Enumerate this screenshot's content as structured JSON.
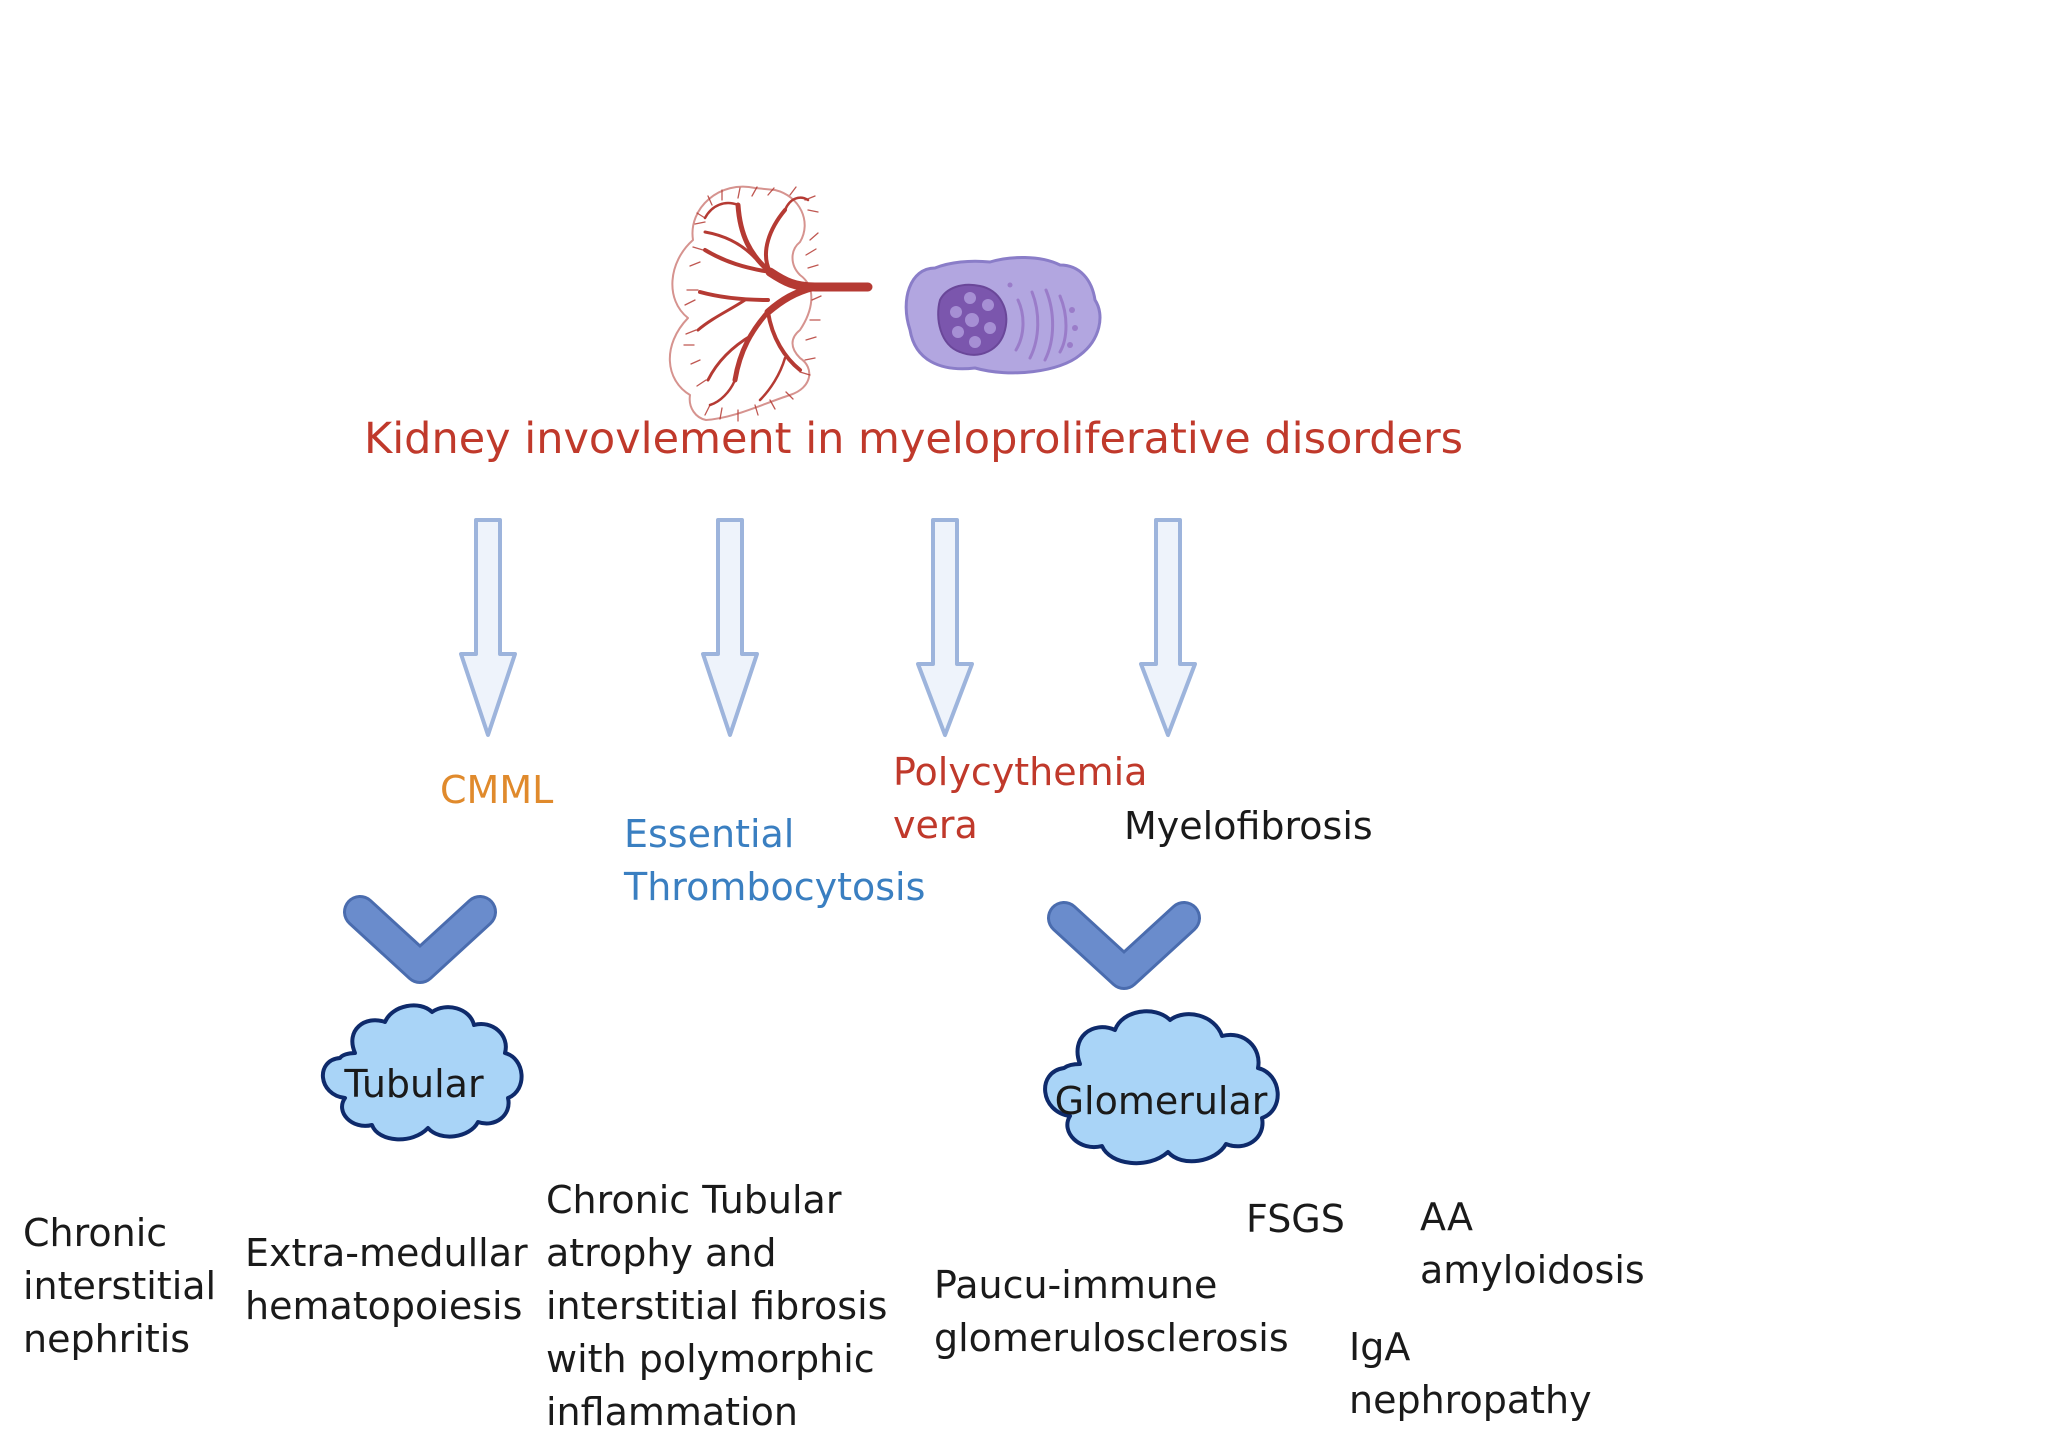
{
  "title": "Kidney invovlement in myeloproliferative disorders",
  "disorders": {
    "cmml": "CMML",
    "essential_thrombocytosis": "Essential\nThrombocytosis",
    "polycythemia_vera": "Polycythemia\nvera",
    "myelofibrosis": "Myelofibrosis"
  },
  "categories": {
    "tubular": "Tubular",
    "glomerular": "Glomerular"
  },
  "tubular_items": {
    "chronic_interstitial_nephritis": "Chronic\ninterstitial\nnephritis",
    "extramedullar_hematopoiesis": "Extra-medullar\nhematopoiesis",
    "chronic_tubular_atrophy": "Chronic Tubular\natrophy and\ninterstitial fibrosis\nwith polymorphic\ninflammation"
  },
  "glomerular_items": {
    "pauci_immune": "Paucu-immune\nglomerulosclerosis",
    "fsgs": "FSGS",
    "aa_amyloidosis": "AA\namyloidosis",
    "iga_nephropathy": "IgA\nnephropathy"
  },
  "colors": {
    "title_red": "#c0392b",
    "cmml_orange": "#e08a2c",
    "thrombocytosis_blue": "#3a7fc1",
    "polycythemia_red": "#c0392b",
    "text_black": "#1a1a1a",
    "arrow_fill": "#eef3fb",
    "arrow_stroke": "#9db4dc",
    "chevron_fill": "#6a8ccc",
    "chevron_stroke": "#4a6cae",
    "cloud_fill": "#a9d4f7",
    "cloud_stroke": "#0e2a6b",
    "kidney_vessel": "#b53a33",
    "cell_outer": "#b2a6e0",
    "cell_nucleus": "#7b56ad"
  }
}
